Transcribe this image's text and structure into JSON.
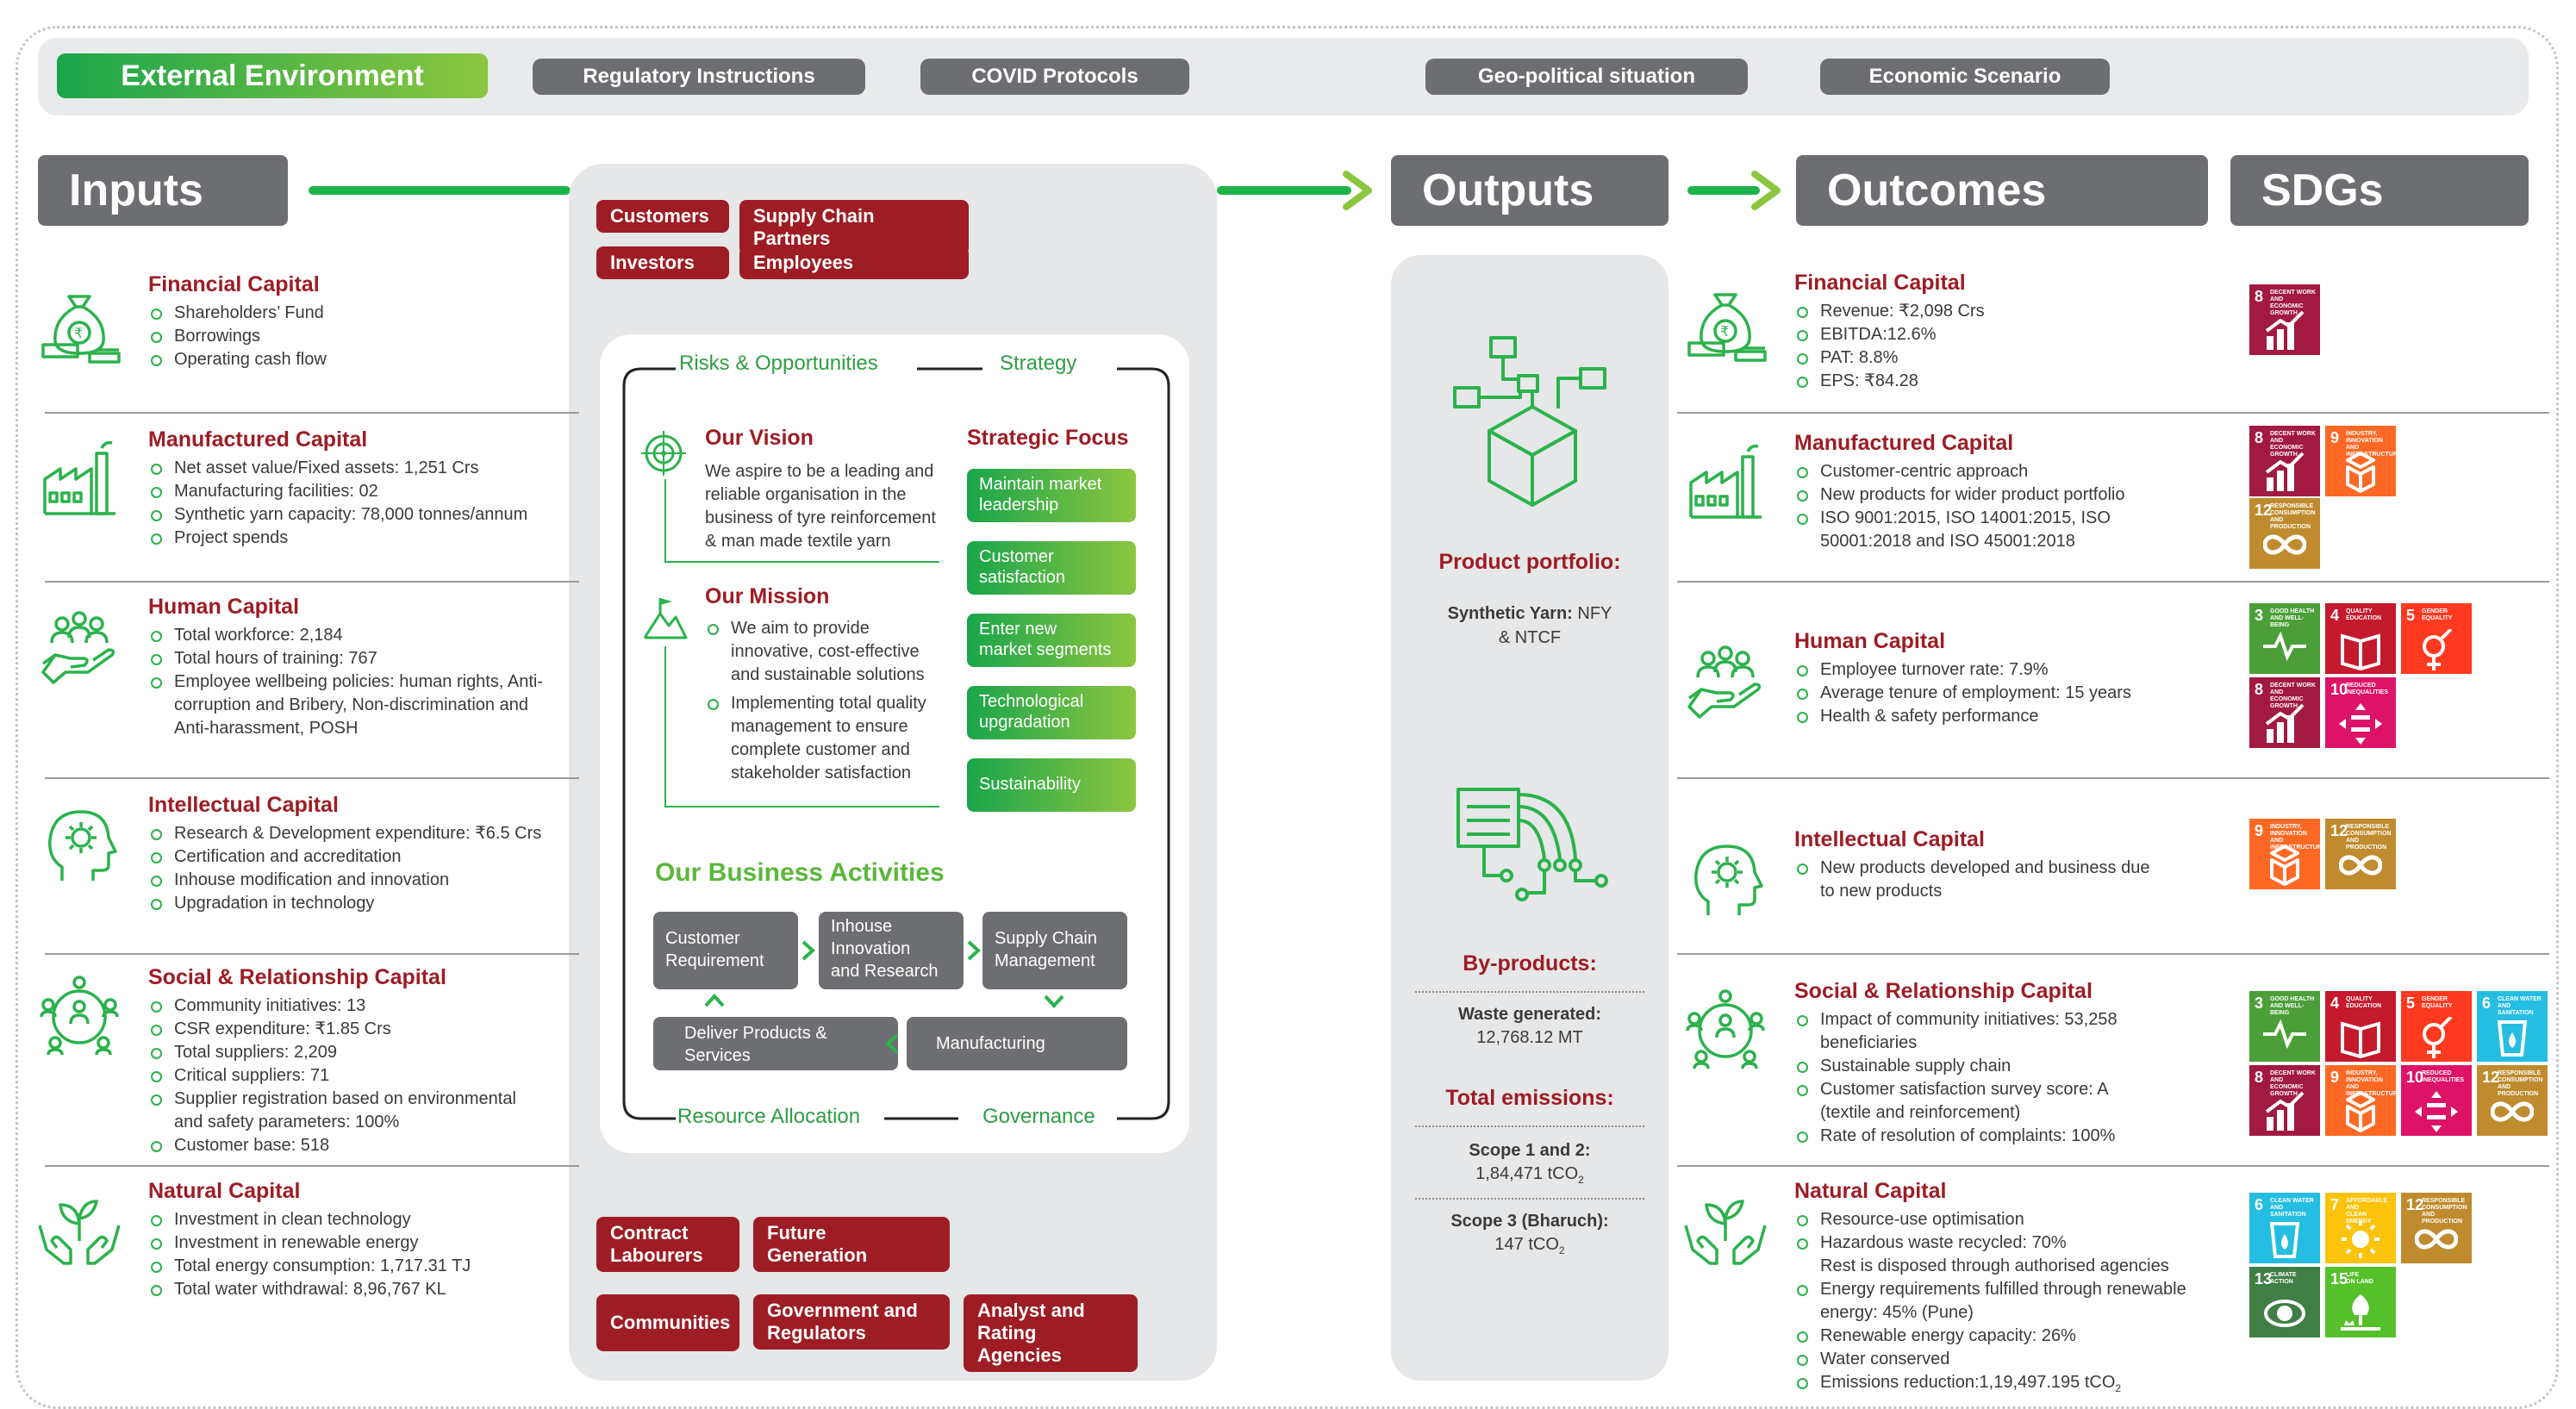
{
  "env": {
    "title": "External Environment",
    "items": [
      "Regulatory Instructions",
      "COVID Protocols",
      "Geo-political situation",
      "Economic Scenario"
    ]
  },
  "headers": {
    "inputs": "Inputs",
    "outputs": "Outputs",
    "outcomes": "Outcomes",
    "sdgs": "SDGs"
  },
  "inputs": [
    {
      "title": "Financial Capital",
      "icon": "money-bag-icon",
      "items": [
        "Shareholders’ Fund",
        "Borrowings",
        "Operating cash flow"
      ]
    },
    {
      "title": "Manufactured Capital",
      "icon": "factory-icon",
      "items": [
        "Net asset value/Fixed assets: 1,251 Crs",
        "Manufacturing facilities: 02",
        "Synthetic yarn capacity: 78,000 tonnes/annum",
        "Project spends"
      ]
    },
    {
      "title": "Human Capital",
      "icon": "people-hand-icon",
      "items": [
        "Total workforce: 2,184",
        "Total hours of training: 767",
        "Employee wellbeing policies: human rights, Anti-",
        "corruption and Bribery, Non-discrimination and",
        "Anti-harassment, POSH"
      ]
    },
    {
      "title": "Intellectual Capital",
      "icon": "head-gear-icon",
      "items": [
        "Research & Development expenditure: ₹6.5 Crs",
        "Certification and accreditation",
        "Inhouse modification and innovation",
        "Upgradation in technology"
      ]
    },
    {
      "title": "Social & Relationship Capital",
      "icon": "community-network-icon",
      "items": [
        "Community initiatives: 13",
        "CSR expenditure: ₹1.85 Crs",
        "Total suppliers: 2,209",
        "Critical suppliers: 71",
        "Supplier registration based on environmental",
        "and safety parameters: 100%",
        "Customer base: 518"
      ]
    },
    {
      "title": "Natural Capital",
      "icon": "plant-hands-icon",
      "items": [
        "Investment in clean technology",
        "Investment in renewable energy",
        "Total energy consumption: 1,717.31 TJ",
        "Total water withdrawal: 8,96,767 KL"
      ]
    }
  ],
  "stakeholders_top": [
    "Customers",
    "Supply Chain Partners",
    "Investors",
    "Employees"
  ],
  "stakeholders_bottom": [
    [
      "Contract",
      "Labourers"
    ],
    [
      "Future",
      "Generation"
    ],
    [
      "Communities"
    ],
    [
      "Government and",
      "Regulators"
    ],
    [
      "Analyst and",
      "Rating Agencies"
    ]
  ],
  "center": {
    "risks": "Risks & Opportunities",
    "strategy": "Strategy",
    "vision_title": "Our Vision",
    "vision_text": [
      "We aspire to be a leading and",
      "reliable organisation in the",
      "business of tyre reinforcement",
      "& man made textile yarn"
    ],
    "mission_title": "Our Mission",
    "mission_items": [
      [
        "We aim to provide",
        "innovative, cost-effective",
        "and sustainable solutions"
      ],
      [
        "Implementing total quality",
        "management to ensure",
        "complete customer and",
        "stakeholder satisfaction"
      ]
    ],
    "focus_title": "Strategic Focus",
    "focus": [
      [
        "Maintain market",
        "leadership"
      ],
      [
        "Customer",
        "satisfaction"
      ],
      [
        "Enter new",
        "market segments"
      ],
      [
        "Technological",
        "upgradation"
      ],
      [
        "Sustainability"
      ]
    ],
    "business_title": "Our Business Activities",
    "activities": {
      "a1": [
        "Customer",
        "Requirement"
      ],
      "a2": [
        "Inhouse",
        "Innovation",
        "and Research"
      ],
      "a3": [
        "Supply Chain",
        "Management"
      ],
      "a4": [
        "Deliver Products &",
        "Services"
      ],
      "a5": [
        "Manufacturing"
      ]
    },
    "resource": "Resource Allocation",
    "governance": "Governance"
  },
  "outputs": {
    "portfolio_title": "Product portfolio:",
    "portfolio_bold": "Synthetic Yarn:",
    "portfolio_rest": " NFY",
    "portfolio_line2": "& NTCF",
    "byproducts_title": "By-products:",
    "waste_label": "Waste generated:",
    "waste_value": "12,768.12 MT",
    "emissions_title": "Total emissions:",
    "scope12_label": "Scope 1 and 2:",
    "scope12_value": "1,84,471 tCO",
    "scope3_label": "Scope 3 (Bharuch):",
    "scope3_value": "147 tCO",
    "sub2": "2"
  },
  "outcomes": [
    {
      "title": "Financial Capital",
      "icon": "money-bag-icon",
      "items": [
        "Revenue: ₹2,098 Crs",
        "EBITDA:12.6%",
        "PAT: 8.8%",
        "EPS: ₹84.28"
      ]
    },
    {
      "title": "Manufactured Capital",
      "icon": "factory-icon",
      "items": [
        "Customer-centric approach",
        "New products for wider product portfolio",
        "ISO 9001:2015, ISO 14001:2015, ISO",
        "50001:2018 and ISO 45001:2018"
      ]
    },
    {
      "title": "Human Capital",
      "icon": "people-hand-icon",
      "items": [
        "Employee turnover rate: 7.9%",
        "Average tenure of employment: 15 years",
        "Health & safety performance"
      ]
    },
    {
      "title": "Intellectual Capital",
      "icon": "head-gear-icon",
      "items": [
        "New products developed and business due",
        "to new products"
      ]
    },
    {
      "title": "Social & Relationship Capital",
      "icon": "community-network-icon",
      "items": [
        "Impact of community initiatives: 53,258",
        "beneficiaries",
        "Sustainable supply chain",
        "Customer satisfaction survey score: A",
        "(textile and reinforcement)",
        "Rate of resolution of complaints: 100%"
      ]
    },
    {
      "title": "Natural Capital",
      "icon": "plant-hands-icon",
      "items": [
        "Resource-use optimisation",
        "Hazardous waste recycled: 70%",
        "Rest is disposed through authorised agencies",
        "Energy requirements fulfilled through renewable",
        "energy: 45% (Pune)",
        "Renewable energy capacity: 26%",
        "Water conserved",
        "Emissions reduction:1,19,497.195 tCO"
      ]
    }
  ],
  "sdg_labels": {
    "3": [
      "GOOD HEALTH",
      "AND WELL-BEING"
    ],
    "4": [
      "QUALITY",
      "EDUCATION"
    ],
    "5": [
      "GENDER",
      "EQUALITY"
    ],
    "6": [
      "CLEAN WATER",
      "AND SANITATION"
    ],
    "7": [
      "AFFORDABLE AND",
      "CLEAN ENERGY"
    ],
    "8": [
      "DECENT WORK AND",
      "ECONOMIC GROWTH"
    ],
    "9": [
      "INDUSTRY, INNOVATION",
      "AND INFRASTRUCTURE"
    ],
    "10": [
      "REDUCED",
      "INEQUALITIES"
    ],
    "12": [
      "RESPONSIBLE",
      "CONSUMPTION",
      "AND PRODUCTION"
    ],
    "13": [
      "CLIMATE",
      "ACTION"
    ],
    "15": [
      "LIFE",
      "ON LAND"
    ]
  },
  "sdg_colors": {
    "3": "#4c9f38",
    "4": "#c5192d",
    "5": "#ff3a21",
    "6": "#26bde2",
    "7": "#fcc30b",
    "8": "#a21942",
    "9": "#fd6925",
    "10": "#dd1367",
    "12": "#bf8b2e",
    "13": "#3f7e44",
    "15": "#56c02b"
  }
}
